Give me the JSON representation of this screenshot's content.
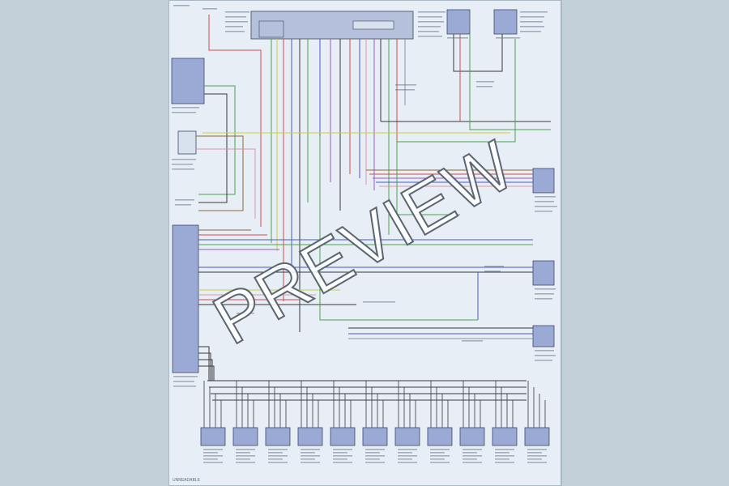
{
  "watermark": "PREVIEW",
  "page_number": "UNREADABLE",
  "colors": {
    "background": "#c3d0da",
    "sheet": "#e7eef5",
    "module_fill": "#9aaad4",
    "module_stroke": "#3a4a6a",
    "outline": "#3c4652",
    "wire_black": "#3a3a3a",
    "wire_red": "#d24a4a",
    "wire_green": "#4aa44a",
    "wire_blue": "#4a5acc",
    "wire_yellow": "#cfcf3a",
    "wire_violet": "#9a5ac8",
    "wire_brown": "#8a6a3a",
    "wire_pink": "#d898a8",
    "wire_gray": "#8a96a0"
  },
  "diagram": {
    "bottom_modules_count_label": "11 actuator modules (labels illegible at this resolution)"
  }
}
